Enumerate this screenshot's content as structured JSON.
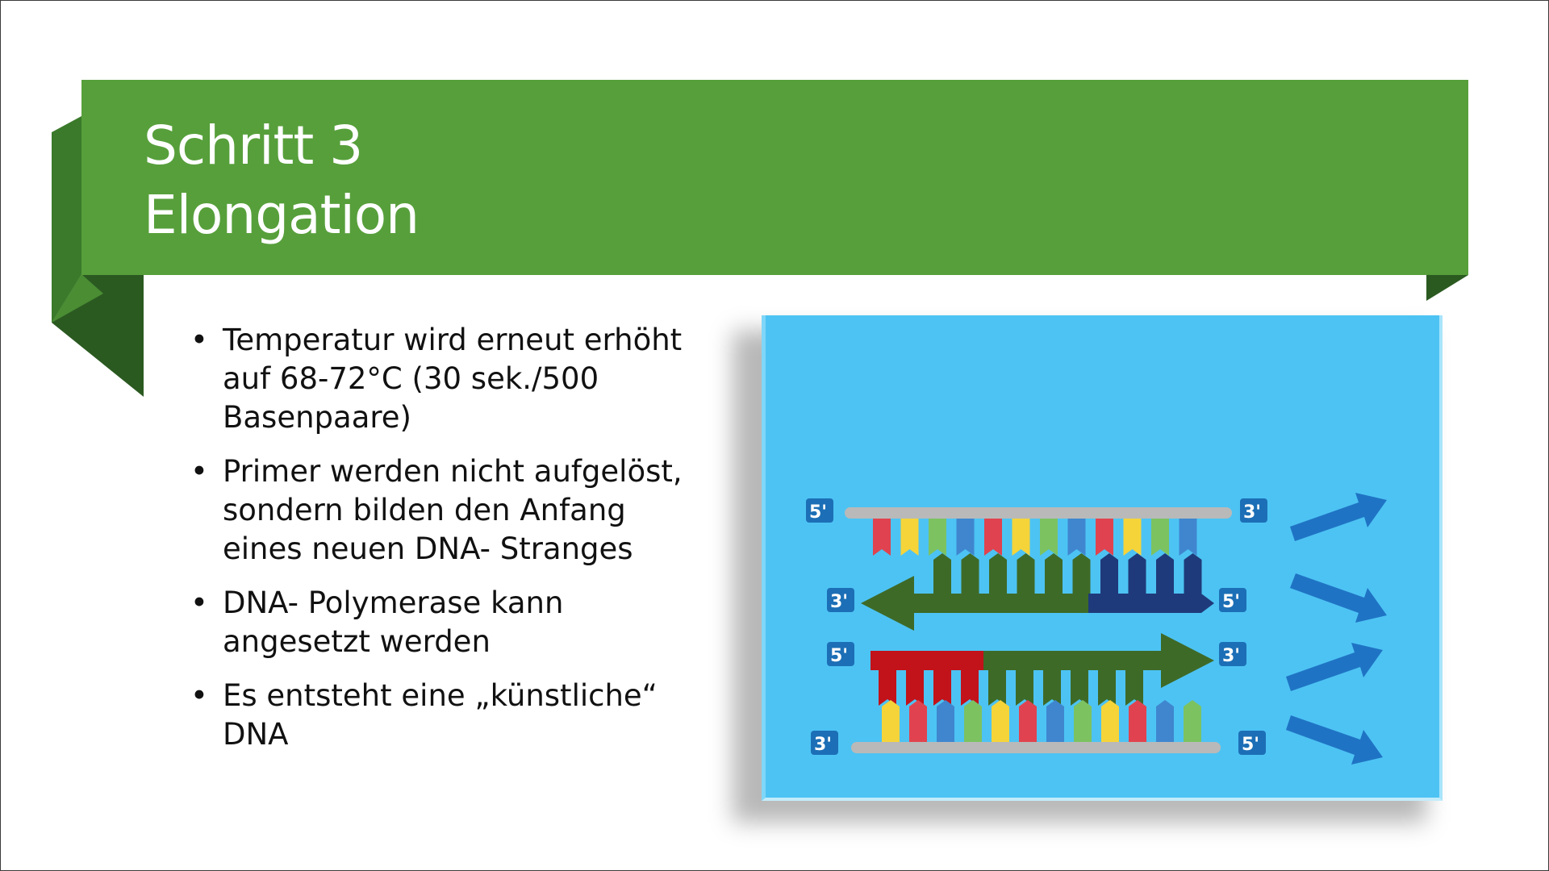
{
  "slide": {
    "title_line1": "Schritt 3",
    "title_line2": "Elongation"
  },
  "bullets": [
    {
      "text": "Temperatur wird erneut erhöht\nauf 68-72°C (30 sek./500\nBasenpaare)"
    },
    {
      "text": " Primer werden nicht aufgelöst,\nsondern bilden den Anfang\neines neuen DNA- Stranges"
    },
    {
      "text": "DNA- Polymerase kann\nangesetzt werden"
    },
    {
      "text": "Es entsteht eine „künstliche“\nDNA"
    }
  ],
  "bullet_symbol": "•",
  "figure": {
    "labels": {
      "strand1_left": "5'",
      "strand1_right": "3'",
      "strand2_left": "3'",
      "strand2_right": "5'",
      "strand3_left": "5'",
      "strand3_right": "3'",
      "strand4_left": "3'",
      "strand4_right": "5'"
    },
    "base_colors": [
      "#e0434f",
      "#f5d43a",
      "#7cc261",
      "#3f86cf"
    ],
    "colors": {
      "background": "#4dc3f3",
      "template_strand": "#b9b9b9",
      "new_strand": "#3e6a27",
      "primer_dark": "#1f3a7a",
      "primer_red": "#c2121a",
      "arrow": "#1f73c4",
      "label_box": "#1c6fb6"
    }
  },
  "colors": {
    "banner": "#579f3b",
    "banner_fold": "#3a7a2a",
    "banner_fold_dark": "#2a5520",
    "title_text": "#ffffff"
  }
}
